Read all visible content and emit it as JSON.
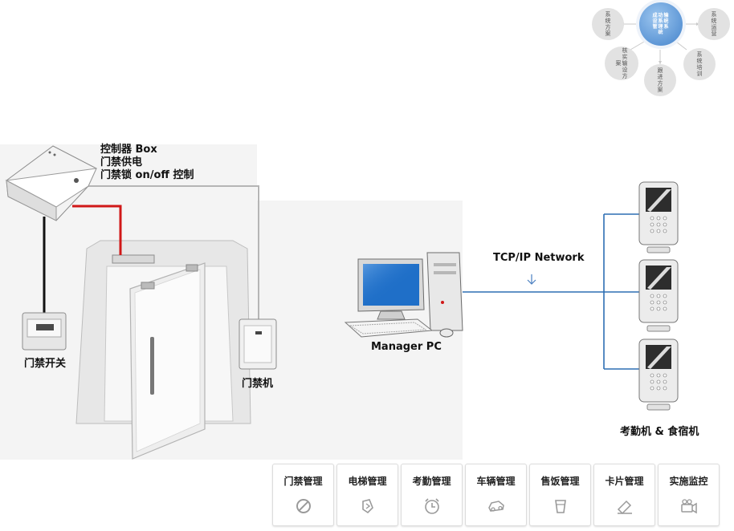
{
  "mindmap": {
    "center": "成功输设系统管理系统",
    "nodes": [
      {
        "id": "n1",
        "label": "系统方案"
      },
      {
        "id": "n2",
        "label": "系统运营"
      },
      {
        "id": "n3",
        "label": "核实输设方案"
      },
      {
        "id": "n4",
        "label": "跟进方案"
      },
      {
        "id": "n5",
        "label": "系统培训"
      }
    ]
  },
  "scene": {
    "controller_caption": [
      "控制器 Box",
      "门禁供电",
      "门禁锁 on/off 控制"
    ],
    "exit_switch_label": "门禁开关",
    "reader_label": "门禁机",
    "manager_pc_label": "Manager PC",
    "network_label": "TCP/IP Network",
    "terminals_label": "考勤机 & 食宿机"
  },
  "modules": [
    {
      "label": "门禁管理",
      "icon": "ban-icon"
    },
    {
      "label": "电梯管理",
      "icon": "elevator-icon"
    },
    {
      "label": "考勤管理",
      "icon": "clock-icon"
    },
    {
      "label": "车辆管理",
      "icon": "car-icon"
    },
    {
      "label": "售饭管理",
      "icon": "cup-icon"
    },
    {
      "label": "卡片管理",
      "icon": "card-icon"
    },
    {
      "label": "实施监控",
      "icon": "camera-icon"
    }
  ],
  "colors": {
    "lock_wire": "#d01818",
    "network_line": "#2d6eb3",
    "center_bubble": "#5e97d6",
    "bubble": "#e2e2e2"
  }
}
